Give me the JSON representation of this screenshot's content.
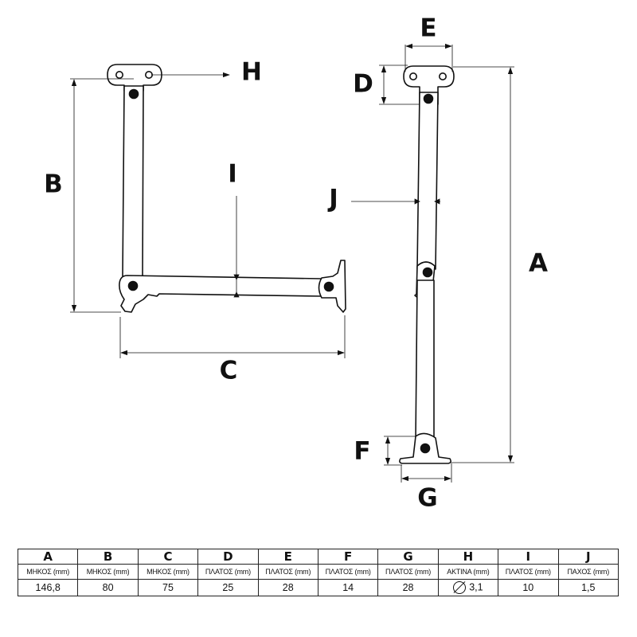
{
  "labels": {
    "A": "A",
    "B": "B",
    "C": "C",
    "D": "D",
    "E": "E",
    "F": "F",
    "G": "G",
    "H": "H",
    "I": "I",
    "J": "J"
  },
  "table": {
    "columns": [
      {
        "key": "A",
        "unit": "ΜΗΚΟΣ (mm)",
        "value": "146,8"
      },
      {
        "key": "B",
        "unit": "ΜΗΚΟΣ (mm)",
        "value": "80"
      },
      {
        "key": "C",
        "unit": "ΜΗΚΟΣ (mm)",
        "value": "75"
      },
      {
        "key": "D",
        "unit": "ΠΛΑΤΟΣ (mm)",
        "value": "25"
      },
      {
        "key": "E",
        "unit": "ΠΛΑΤΟΣ (mm)",
        "value": "28"
      },
      {
        "key": "F",
        "unit": "ΠΛΑΤΟΣ (mm)",
        "value": "14"
      },
      {
        "key": "G",
        "unit": "ΠΛΑΤΟΣ (mm)",
        "value": "28"
      },
      {
        "key": "H",
        "unit": "ΑΚΤΙΝΑ (mm)",
        "value": "3,1"
      },
      {
        "key": "I",
        "unit": "ΠΛΑΤΟΣ (mm)",
        "value": "10"
      },
      {
        "key": "J",
        "unit": "ΠΑΧΟΣ (mm)",
        "value": "1,5"
      }
    ]
  }
}
